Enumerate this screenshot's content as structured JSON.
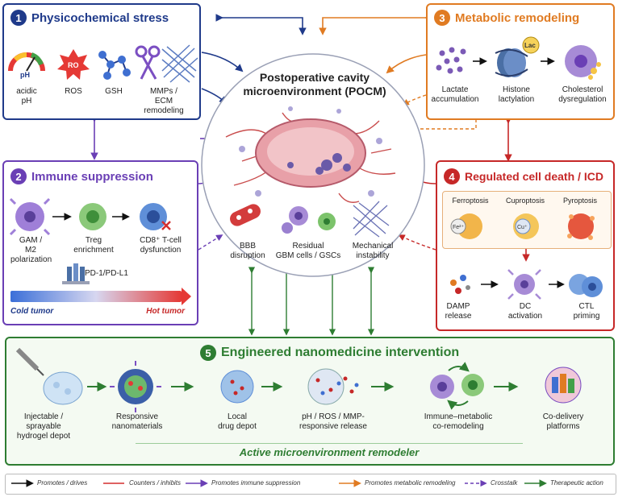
{
  "center": {
    "title_line1": "Postoperative cavity",
    "title_line2": "microenvironment (POCM)"
  },
  "panel1": {
    "number": "1",
    "title": "Physicochemical stress",
    "items": [
      "acidic\npH",
      "ROS",
      "GSH",
      "MMPs /\nECM\nremodeling"
    ],
    "gauge_text": "pH",
    "ros_text": "RO"
  },
  "panel2": {
    "number": "2",
    "title": "Immune suppression",
    "items": [
      "GAM /\nM2\npolarization",
      "Treg\nenrichment",
      "CD8⁺ T-cell\ndysfunction"
    ],
    "checkpoint": "PD-1/PD-L1",
    "cold": "Cold tumor",
    "hot": "Hot tumor"
  },
  "panel3": {
    "number": "3",
    "title": "Metabolic remodeling",
    "items": [
      "Lactate\naccumulation",
      "Histone\nlactylation",
      "Cholesterol\ndysregulation"
    ],
    "lac_tag": "Lac"
  },
  "panel4": {
    "number": "4",
    "title": "Regulated cell death / ICD",
    "death_types": [
      "Ferroptosis",
      "Cuproptosis",
      "Pyroptosis"
    ],
    "ion_fe": "Fe²⁺",
    "ion_cu": "Cu⁺",
    "items": [
      "DAMP\nrelease",
      "DC\nactivation",
      "CTL\npriming"
    ]
  },
  "center_features": [
    "BBB\ndisruption",
    "Residual\nGBM cells / GSCs",
    "Mechanical\ninstability"
  ],
  "panel5": {
    "number": "5",
    "title": "Engineered nanomedicine intervention",
    "items": [
      "Injectable /\nsprayable\nhydrogel depot",
      "Responsive\nnanomaterials",
      "Local\ndrug depot",
      "pH / ROS / MMP-\nresponsive release",
      "Immune–metabolic\nco-remodeling",
      "Co-delivery\nplatforms"
    ],
    "remodeler": "Active microenvironment remodeler"
  },
  "legend": [
    "Promotes / drives",
    "Counters / inhibits",
    "Promotes immune suppression",
    "Promotes metabolic remodeling",
    "Crosstalk",
    "Therapeutic action"
  ],
  "colors": {
    "panel1": "#1f3a8a",
    "panel2": "#6a3fb5",
    "panel3": "#e07b22",
    "panel4": "#c62828",
    "panel5": "#2e7d32",
    "inhibit": "#d32f2f"
  }
}
